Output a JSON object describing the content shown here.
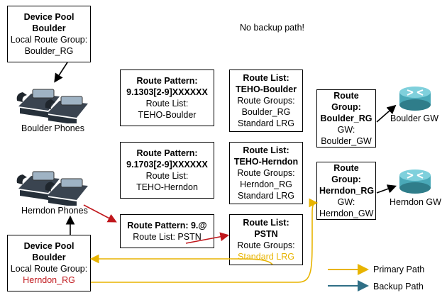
{
  "note": "No backup path!",
  "device_pool_boulder": {
    "title": "Device Pool Boulder",
    "lrg_label": "Local Route Group:",
    "lrg_value": "Boulder_RG"
  },
  "device_pool_herndon": {
    "title": "Device Pool Boulder",
    "lrg_label": "Local Route Group:",
    "lrg_value": "Herndon_RG"
  },
  "phones": {
    "boulder_label": "Boulder Phones",
    "herndon_label": "Herndon Phones"
  },
  "route_patterns": [
    {
      "title": "Route Pattern:",
      "pattern": "9.1303[2-9]XXXXXX",
      "list_label": "Route List:",
      "list": "TEHO-Boulder"
    },
    {
      "title": "Route Pattern:",
      "pattern": "9.1703[2-9]XXXXXX",
      "list_label": "Route List:",
      "list": "TEHO-Herndon"
    },
    {
      "title": "Route Pattern: 9.@",
      "list_line": "Route List: PSTN"
    }
  ],
  "route_lists": [
    {
      "title": "Route List:",
      "name": "TEHO-Boulder",
      "groups_label": "Route Groups:",
      "groups": [
        "Boulder_RG",
        "Standard LRG"
      ]
    },
    {
      "title": "Route List:",
      "name": "TEHO-Herndon",
      "groups_label": "Route Groups:",
      "groups": [
        "Herndon_RG",
        "Standard LRG"
      ]
    },
    {
      "title": "Route List:",
      "name": "PSTN",
      "groups_label": "Route Groups:",
      "groups": [
        "Standard LRG"
      ]
    }
  ],
  "route_groups": [
    {
      "title": "Route Group:",
      "name": "Boulder_RG",
      "gw_label": "GW:",
      "gw": "Boulder_GW"
    },
    {
      "title": "Route Group:",
      "name": "Herndon_RG",
      "gw_label": "GW:",
      "gw": "Herndon_GW"
    }
  ],
  "gateways": {
    "boulder": "Boulder GW",
    "herndon": "Herndon GW"
  },
  "legend": {
    "primary": "Primary Path",
    "backup": "Backup Path",
    "primary_color": "#e8b400",
    "backup_color": "#2f6f86",
    "signal_color": "#c0171c"
  }
}
